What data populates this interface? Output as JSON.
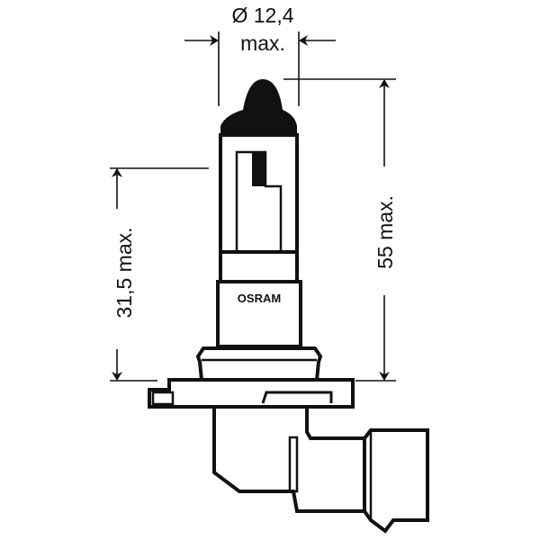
{
  "drawing": {
    "diameter_label": "Ø 12,4",
    "diameter_suffix": "max.",
    "length_label": "55 max.",
    "light_center_label": "31,5 max.",
    "brand_logo": "OSRAM",
    "line_color": "#111111",
    "background_color": "#ffffff"
  }
}
